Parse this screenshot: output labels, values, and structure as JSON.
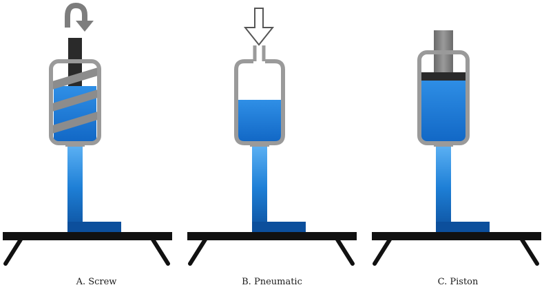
{
  "figure": {
    "panels": [
      {
        "id": "screw",
        "caption": "A. Screw"
      },
      {
        "id": "pneumatic",
        "caption": "B. Pneumatic"
      },
      {
        "id": "piston",
        "caption": "C. Piston"
      }
    ],
    "colors": {
      "ink_blue": "#1e7fd6",
      "ink_blue_dark": "#0c4f9c",
      "ink_blue_light": "#5fb3f5",
      "syringe_gray": "#9a9a9a",
      "rod_dark": "#2a2a2a",
      "rod_gray": "#7d7d7d",
      "platform": "#111111",
      "arrow_fill": "#ffffff",
      "arrow_stroke": "#555555"
    },
    "icons": {
      "screw_rotation": "rotate-arrow-icon",
      "pneumatic_pressure": "down-arrow-icon"
    }
  }
}
